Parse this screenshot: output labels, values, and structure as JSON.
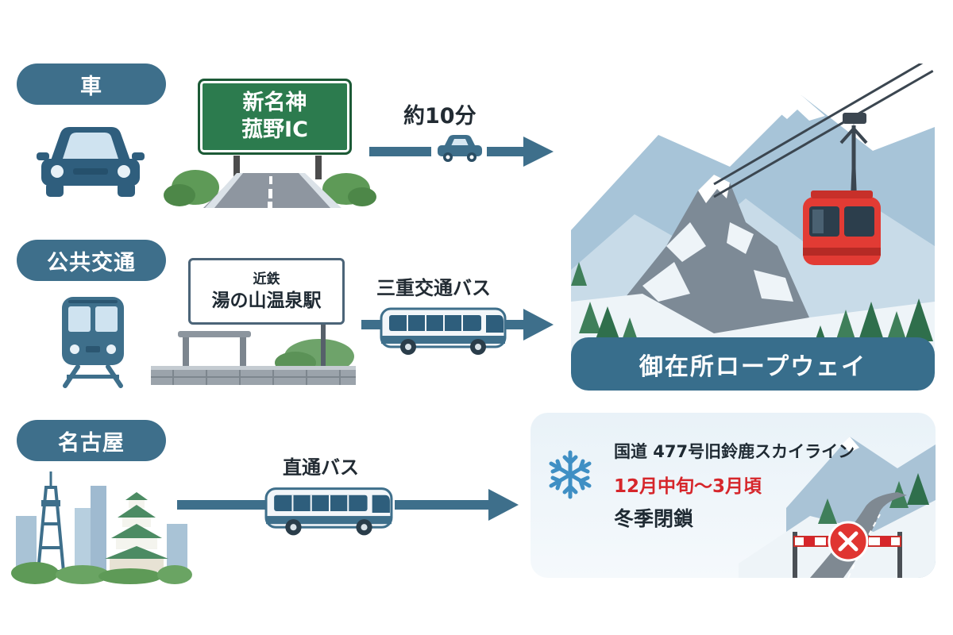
{
  "routes": {
    "car": {
      "label": "車",
      "sign_line1": "新名神",
      "sign_line2": "菰野IC",
      "duration": "約10分"
    },
    "public_transport": {
      "label": "公共交通",
      "station_line1": "近鉄",
      "station_line2": "湯の山温泉駅",
      "bus": "三重交通バス"
    },
    "nagoya": {
      "label": "名古屋",
      "bus": "直通バス"
    }
  },
  "destination": {
    "name": "御在所ロープウェイ"
  },
  "notice": {
    "road": "国道 477号旧鈴鹿スカイライン",
    "period": "12月中旬～3月頃",
    "status": "冬季閉鎖",
    "period_color": "#d6262b"
  },
  "colors": {
    "accent": "#3e6f8b",
    "highway_green": "#2c7b4e",
    "gondola_red": "#e23b34"
  }
}
